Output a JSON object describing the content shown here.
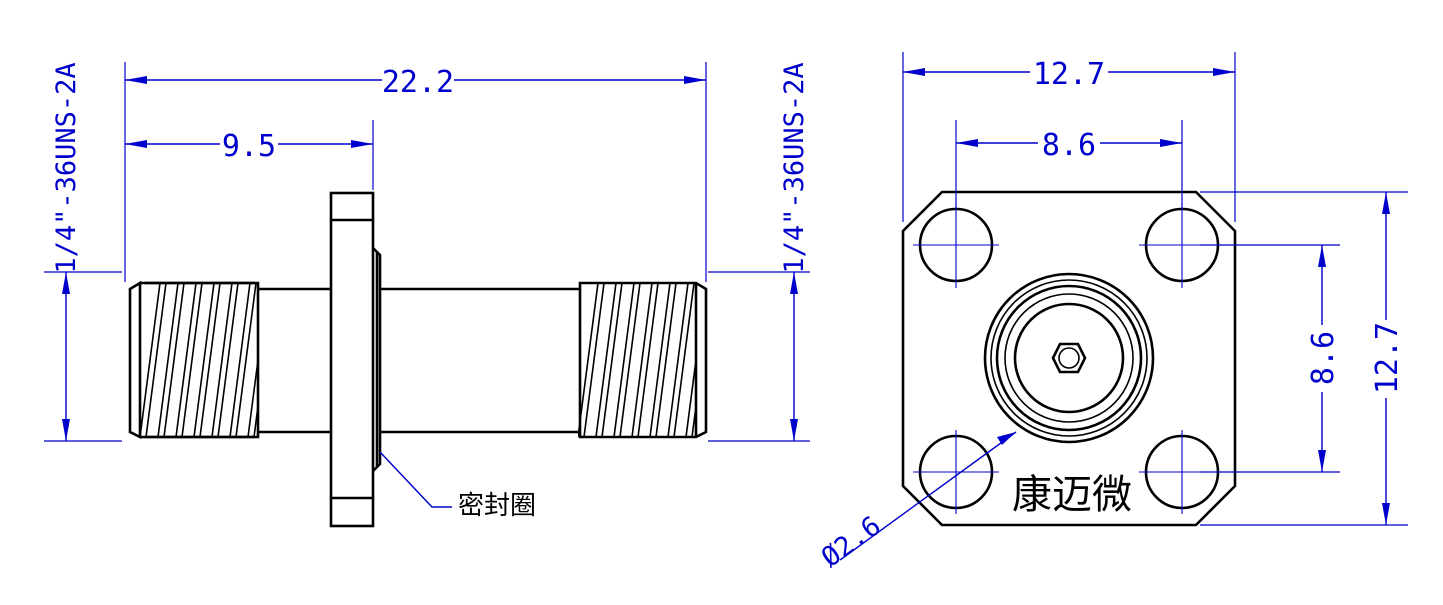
{
  "side_view": {
    "overall_length": "22.2",
    "thread_to_flange": "9.5",
    "thread_left": "1/4\"-36UNS-2A",
    "thread_right": "1/4\"-36UNS-2A",
    "seal_label": "密封圈"
  },
  "front_view": {
    "flange_width": "12.7",
    "hole_spacing_horizontal": "8.6",
    "hole_spacing_vertical": "8.6",
    "flange_height": "12.7",
    "hole_diameter": "Ø2.6",
    "brand": "康迈微"
  }
}
